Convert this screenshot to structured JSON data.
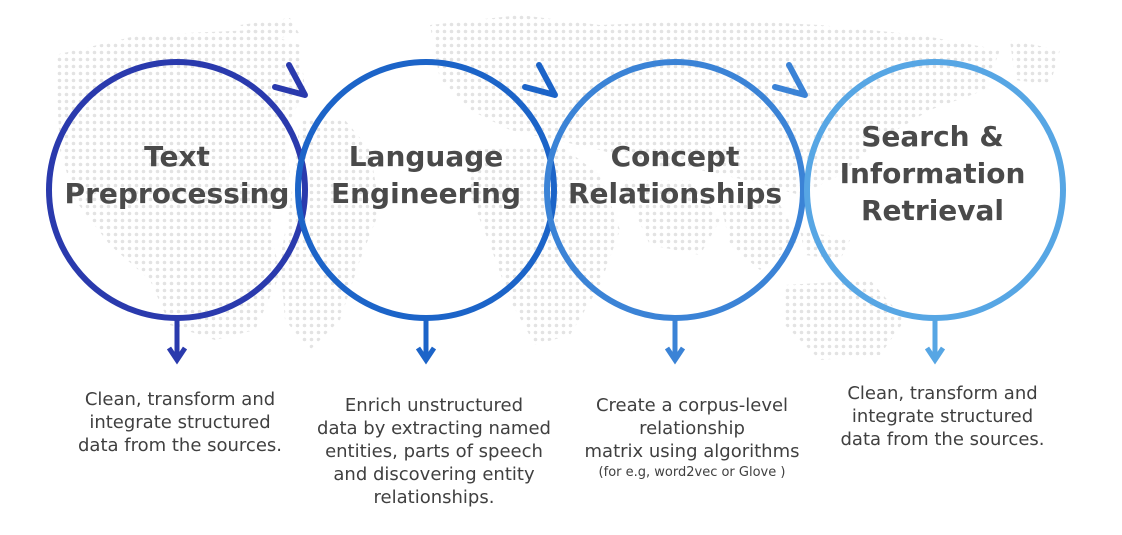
{
  "colors": {
    "stage1": "#2a3aad",
    "stage2": "#1c64c8",
    "stage3": "#3b83d6",
    "stage4": "#57a6e4",
    "title_text": "#4a4a4a",
    "desc_text": "#404040",
    "map_dots": "#e3e3e3"
  },
  "stages": [
    {
      "title_lines": [
        "Text",
        "Preprocessing"
      ],
      "desc_lines": [
        "Clean, transform and",
        "integrate structured",
        "data from the sources."
      ],
      "note": ""
    },
    {
      "title_lines": [
        "Language",
        "Engineering"
      ],
      "desc_lines": [
        "Enrich unstructured",
        "data by extracting named",
        "entities, parts of speech",
        "and discovering entity",
        "relationships."
      ],
      "note": ""
    },
    {
      "title_lines": [
        "Concept",
        "Relationships"
      ],
      "desc_lines": [
        "Create a corpus-level",
        "relationship",
        "matrix using algorithms"
      ],
      "note": "(for e.g, word2vec or Glove )"
    },
    {
      "title_lines": [
        "Search &",
        "Information",
        "Retrieval"
      ],
      "desc_lines": [
        "Clean, transform and",
        "integrate structured",
        "data from the sources."
      ],
      "note": ""
    }
  ]
}
